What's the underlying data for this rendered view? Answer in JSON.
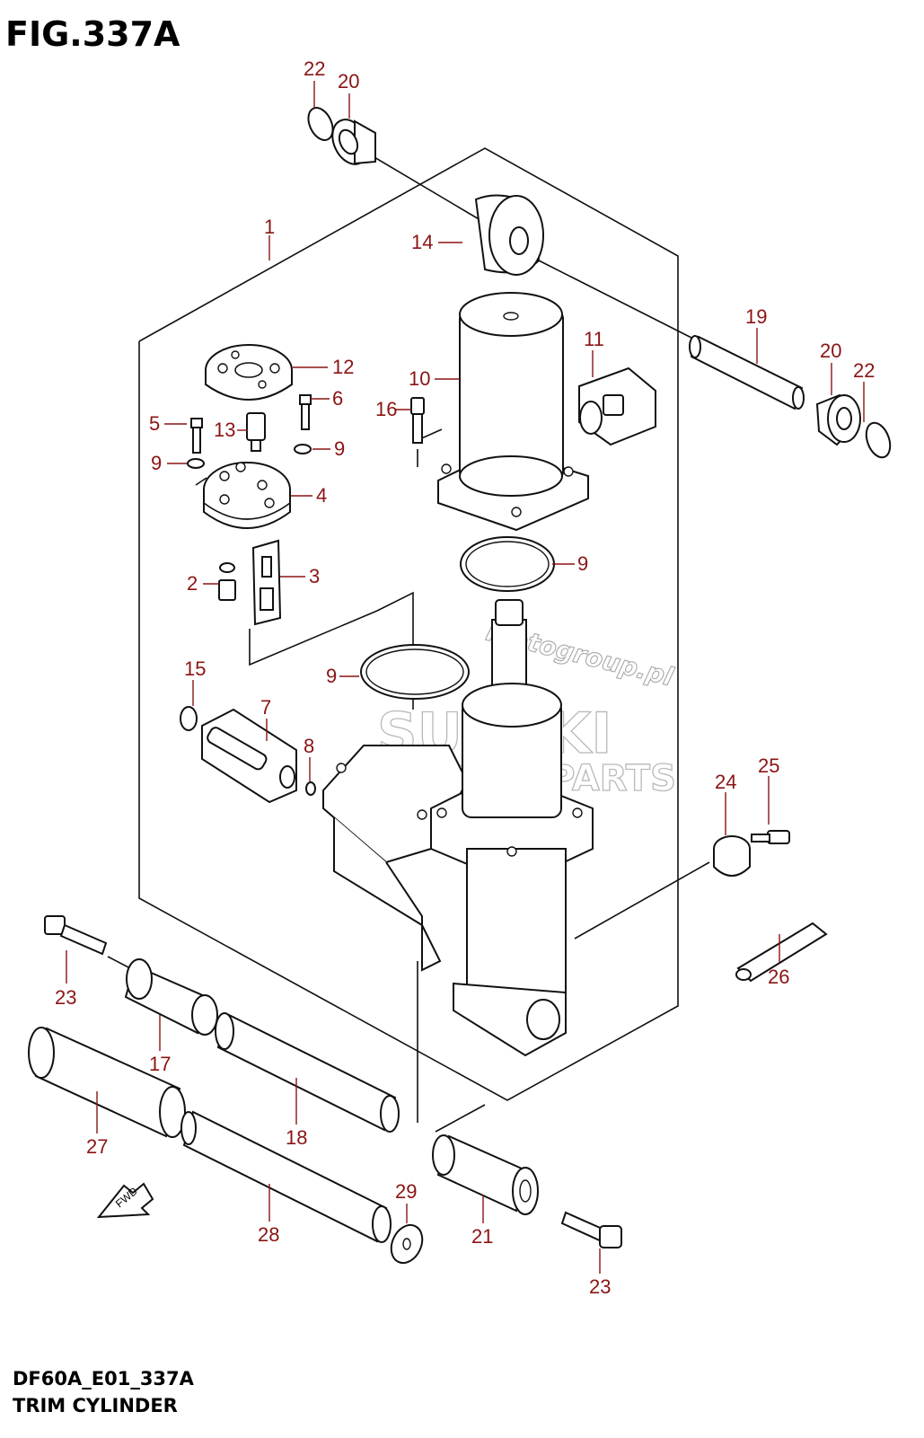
{
  "figure": {
    "title": "FIG.337A",
    "code": "DF60A_E01_337A",
    "name": "TRIM CYLINDER"
  },
  "watermark": {
    "brand": "SUZUKI",
    "sub": "MARINE PARTS",
    "site": "Motogroup.pl"
  },
  "fwd_label": "FWD",
  "callouts": {
    "c22a": "22",
    "c20a": "20",
    "c1": "1",
    "c14": "14",
    "c19": "19",
    "c20b": "20",
    "c22b": "22",
    "c11": "11",
    "c12": "12",
    "c10": "10",
    "c6": "6",
    "c5": "5",
    "c13": "13",
    "c16": "16",
    "c9a": "9",
    "c9b": "9",
    "c4": "4",
    "c9c": "9",
    "c2": "2",
    "c3": "3",
    "c15": "15",
    "c9d": "9",
    "c7": "7",
    "c8": "8",
    "c24": "24",
    "c25": "25",
    "c23a": "23",
    "c26": "26",
    "c17": "17",
    "c27": "27",
    "c18": "18",
    "c29": "29",
    "c28": "28",
    "c21": "21",
    "c23b": "23"
  }
}
